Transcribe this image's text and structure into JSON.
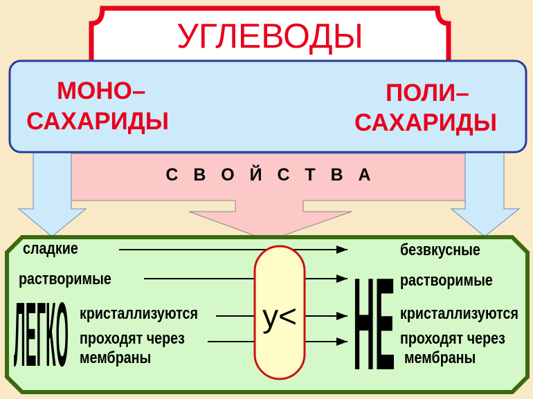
{
  "title": "УГЛЕВОДЫ",
  "categories": {
    "mono": {
      "line1": "МОНО–",
      "line2": "САХАРИДЫ"
    },
    "poly": {
      "line1": "ПОЛИ–",
      "line2": "САХАРИДЫ"
    }
  },
  "properties_label": "С  В  О  Й  С  Т  В  А",
  "center_symbol": "у<",
  "left": {
    "sweet": "сладкие",
    "soluble": "растворимые",
    "easily": "ЛЕГКО",
    "crystallize": "кристаллизуются",
    "pass_through": "проходят через",
    "membranes": "мембраны"
  },
  "right": {
    "tasteless": "безвкусные",
    "not": "НЕ",
    "soluble": "растворимые",
    "crystallize": "кристаллизуются",
    "pass_through": "проходят через",
    "membranes": "мембраны"
  },
  "colors": {
    "title": "#e8001c",
    "blue_box": "#cdeafa",
    "pink": "#fcc8c8",
    "green": "#d4f8c8",
    "pill": "#fffcc8"
  }
}
